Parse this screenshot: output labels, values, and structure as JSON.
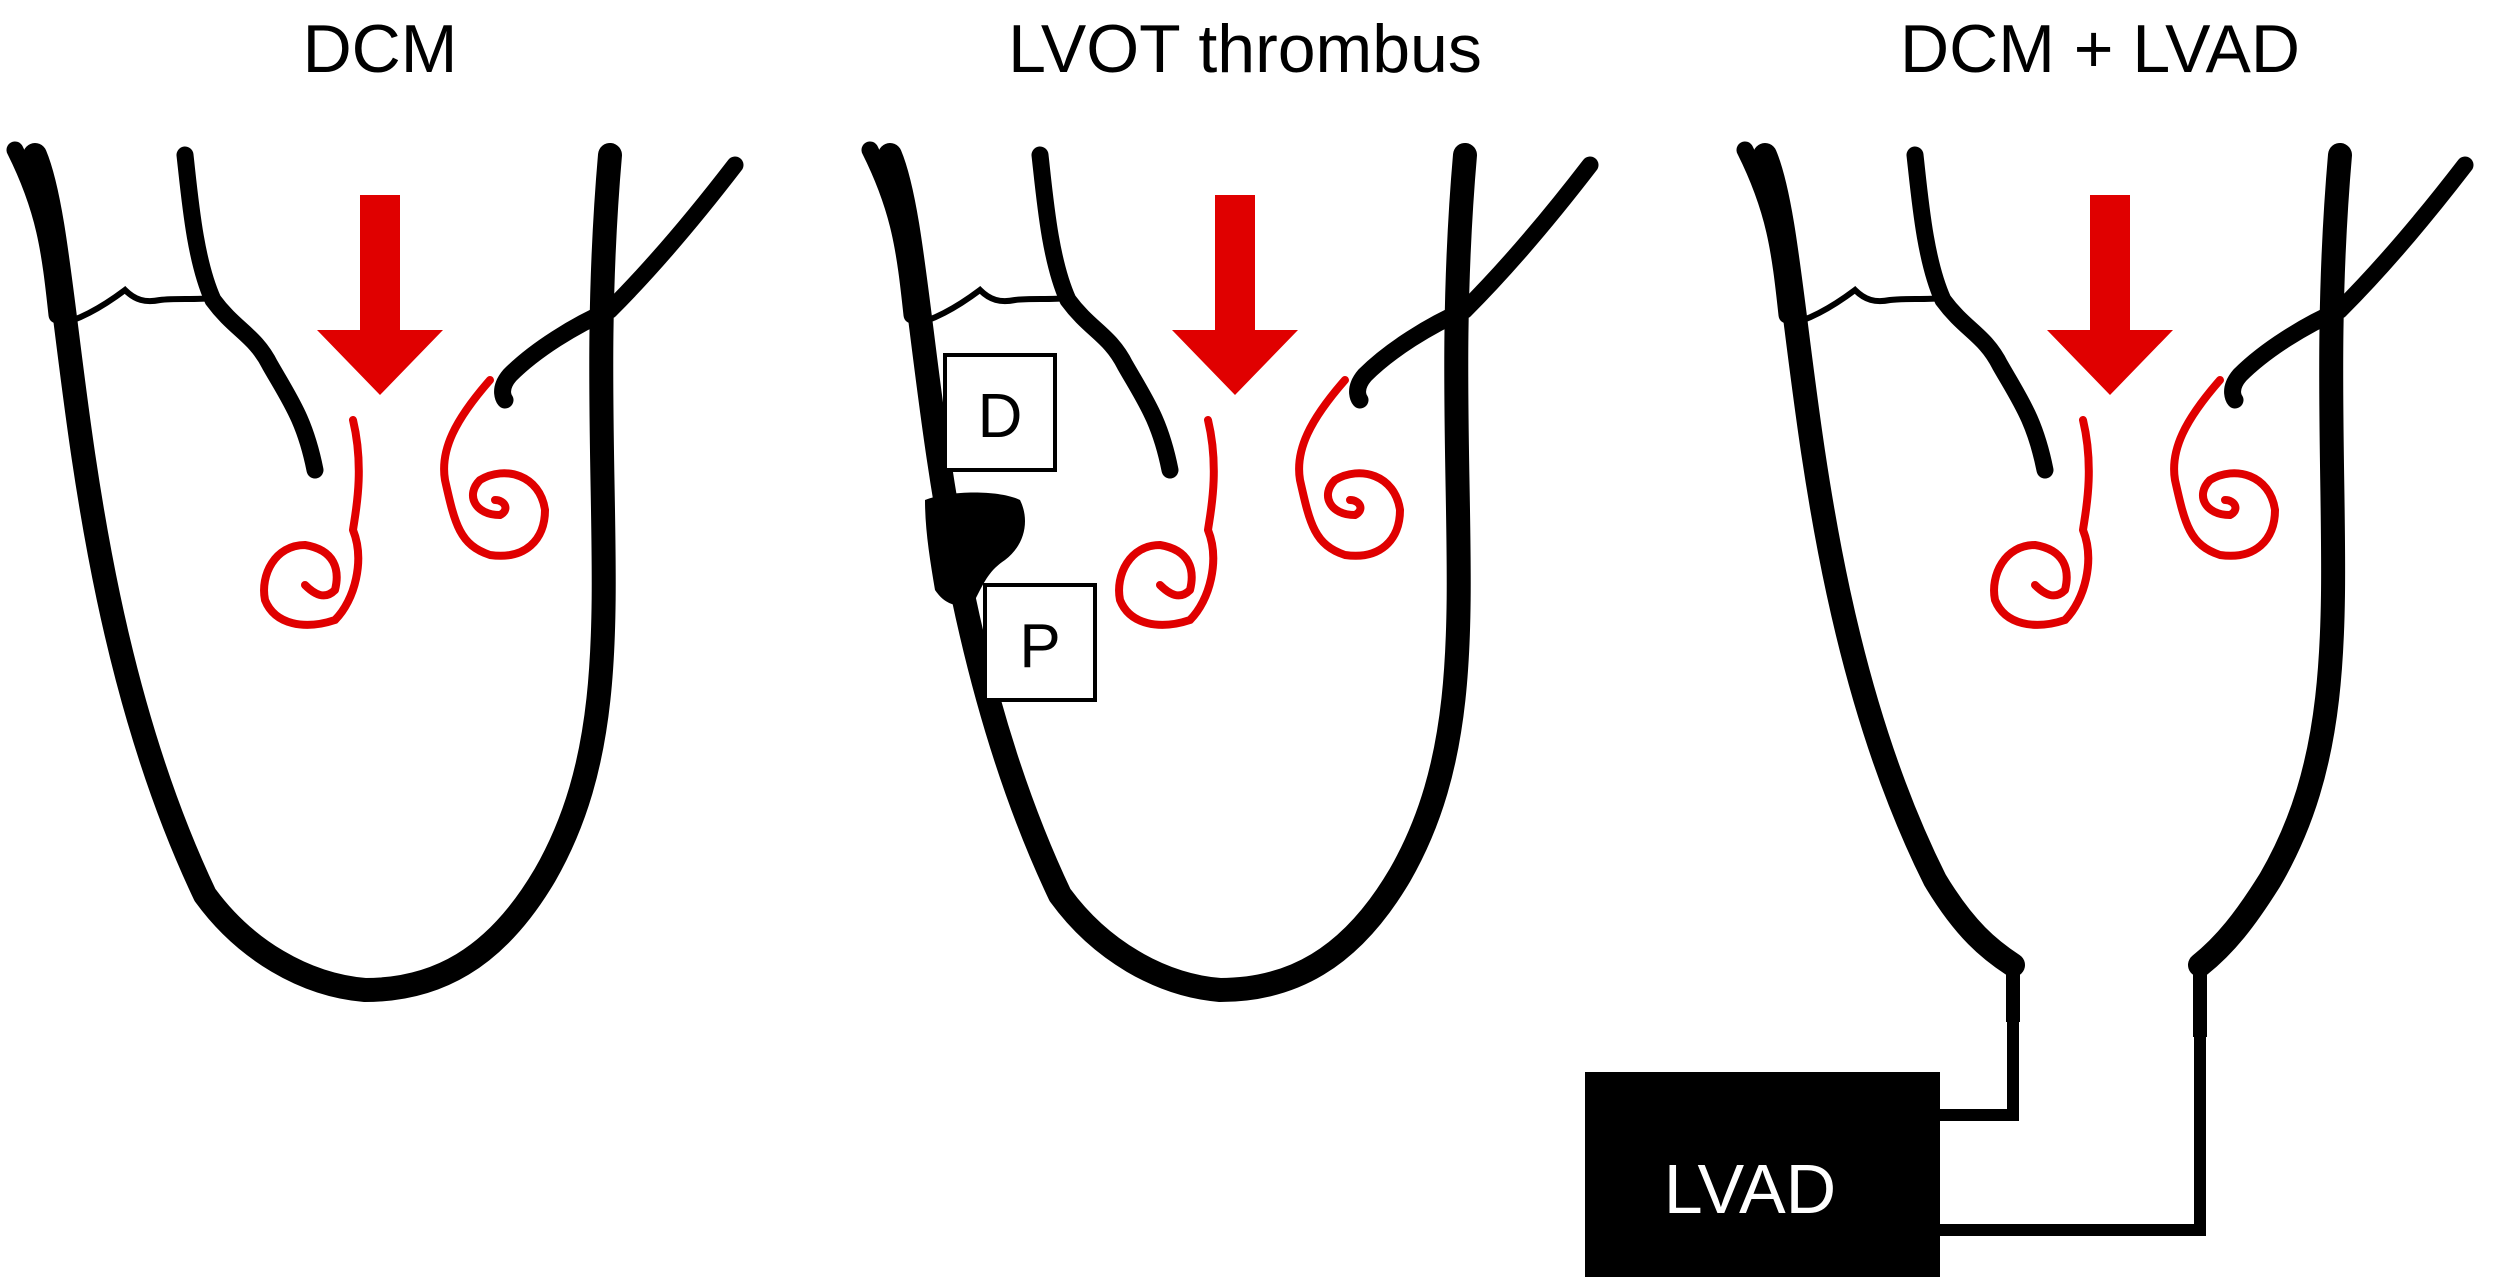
{
  "colors": {
    "wall": "#000000",
    "flow": "#e00000",
    "background": "#ffffff",
    "device_text": "#ffffff"
  },
  "panels": [
    {
      "title": "DCM"
    },
    {
      "title": "LVOT thrombus",
      "labels": {
        "distal": "D",
        "proximal": "P"
      }
    },
    {
      "title": "DCM + LVAD",
      "device": "LVAD"
    }
  ]
}
